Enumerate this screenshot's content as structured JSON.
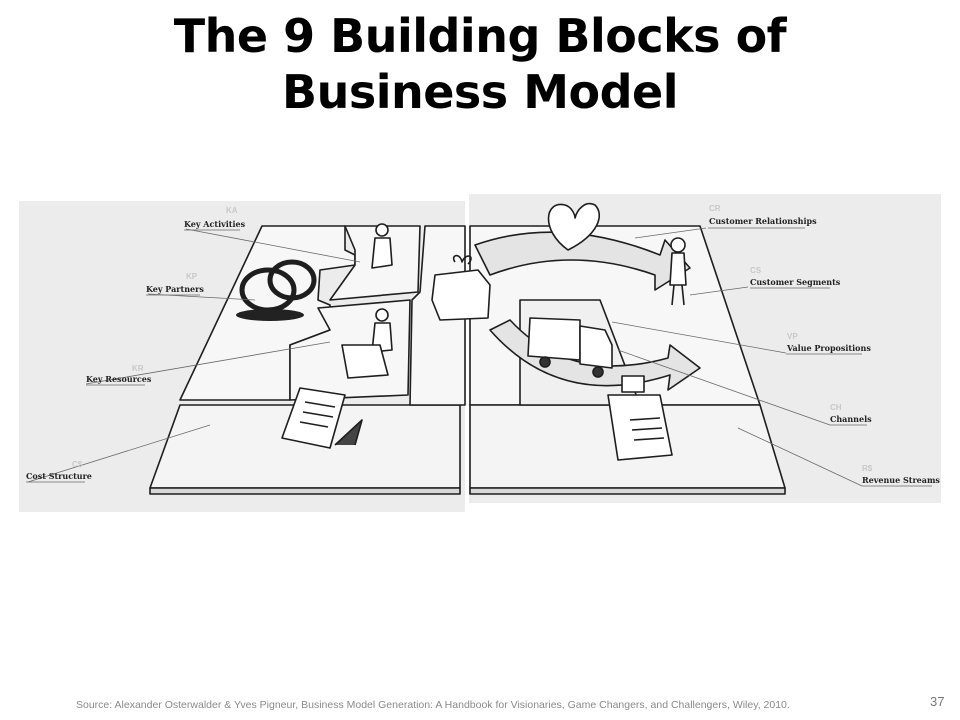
{
  "slide": {
    "title_line1": "The 9 Building Blocks of",
    "title_line2": "Business Model",
    "source": "Source: Alexander Osterwalder & Yves Pigneur, Business Model Generation: A Handbook for Visionaries, Game Changers, and Challengers, Wiley, 2010.",
    "page_number": "37"
  },
  "canvas": {
    "blocks": [
      {
        "code": "KA",
        "label": "Key Activities"
      },
      {
        "code": "KP",
        "label": "Key Partners"
      },
      {
        "code": "KR",
        "label": "Key Resources"
      },
      {
        "code": "C$",
        "label": "Cost Structure"
      },
      {
        "code": "CR",
        "label": "Customer Relationships"
      },
      {
        "code": "CS",
        "label": "Customer Segments"
      },
      {
        "code": "VP",
        "label": "Value Propositions"
      },
      {
        "code": "CH",
        "label": "Channels"
      },
      {
        "code": "R$",
        "label": "Revenue Streams"
      }
    ]
  },
  "colors": {
    "panel": "#ececec",
    "ink": "#1e1e1e",
    "title": "#000000"
  }
}
